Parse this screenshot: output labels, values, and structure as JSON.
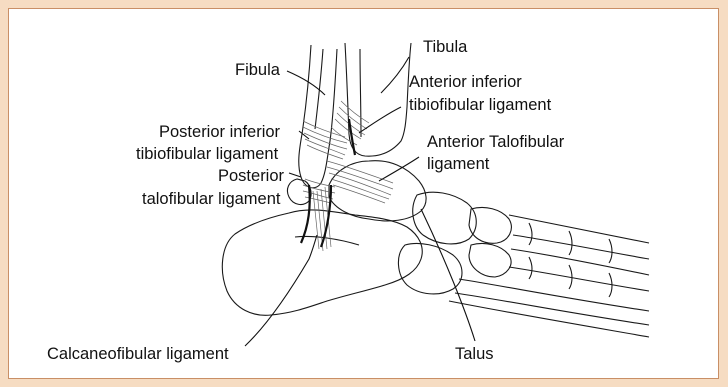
{
  "diagram": {
    "labels": {
      "fibula": "Fibula",
      "tibula": "Tibula",
      "anterior_inferior_line1": "Anterior inferior",
      "anterior_inferior_line2": "tibiofibular ligament",
      "posterior_inferior_line1": "Posterior inferior",
      "posterior_inferior_line2": "tibiofibular ligament",
      "anterior_talofibular_line1": "Anterior Talofibular",
      "anterior_talofibular_line2": "ligament",
      "posterior_talofibular_line1": "Posterior",
      "posterior_talofibular_line2": "talofibular ligament",
      "calcaneofibular": "Calcaneofibular ligament",
      "talus": "Talus"
    },
    "colors": {
      "page_background": "#f6dcc2",
      "frame_border": "#c98f66",
      "panel_background": "#ffffff",
      "line": "#111111"
    }
  }
}
